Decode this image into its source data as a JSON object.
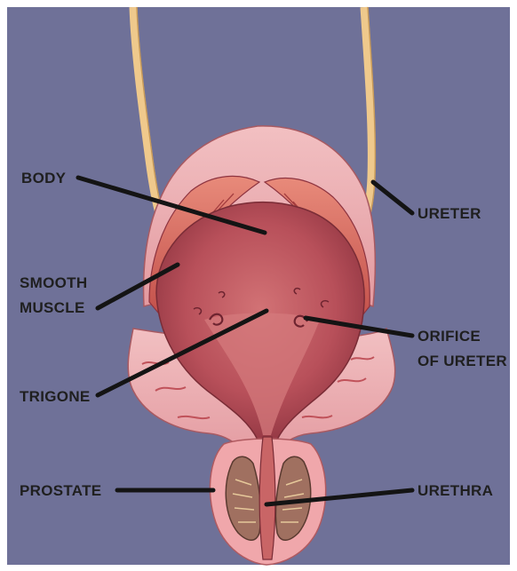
{
  "labels": {
    "body": "BODY",
    "smooth_1": "SMOOTH",
    "smooth_2": "MUSCLE",
    "trigone": "TRIGONE",
    "prostate": "PROSTATE",
    "ureter": "URETER",
    "orifice_1": "ORIFICE",
    "orifice_2": "OF URETER",
    "urethra": "URETHRA"
  },
  "colors": {
    "background": "#6f7198",
    "ureter": "#efc98c",
    "bladder_interior": "#b8505a",
    "bladder_outer": "#e9a9ae",
    "muscle": "#d8685e",
    "leader_lines": "#141414"
  }
}
